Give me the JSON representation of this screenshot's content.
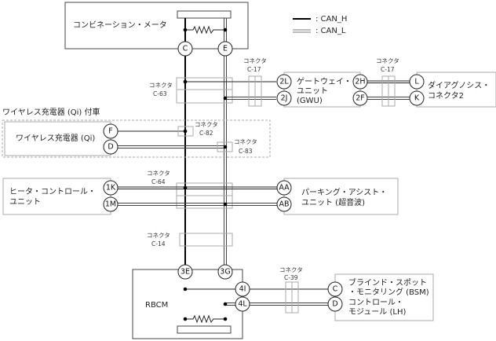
{
  "legend": {
    "can_h": ": CAN_H",
    "can_l": ": CAN_L"
  },
  "components": {
    "combination_meter": "コンビネーション・メータ",
    "gateway_line1": "ゲートウェイ・",
    "gateway_line2": "ユニット",
    "gateway_line3": "(GWU)",
    "diag_line1": "ダイアグノシス・",
    "diag_line2": "コネクタ2",
    "wireless_group": "ワイヤレス充電器 (Qi) 付車",
    "wireless": "ワイヤレス充電器 (Qi)",
    "heater_line1": "ヒータ・コントロール・",
    "heater_line2": "ユニット",
    "parking_line1": "パーキング・アシスト・",
    "parking_line2": "ユニット (超音波)",
    "rbcm": "RBCM",
    "bsm_line1": "ブラインド・スポット",
    "bsm_line2": "・モニタリング (BSM)",
    "bsm_line3": "コントロール・",
    "bsm_line4": "モジュール (LH)"
  },
  "connectors": {
    "label": "コネクタ",
    "c63": "C-63",
    "c17a": "C-17",
    "c17b": "C-17",
    "c82": "C-82",
    "c83": "C-83",
    "c64": "C-64",
    "c14": "C-14",
    "c39": "C-39"
  },
  "pins": {
    "meter_h": "C",
    "meter_l": "E",
    "gw_h": "2L",
    "gw_l": "2J",
    "gw_h2": "2H",
    "gw_l2": "2F",
    "diag_h": "L",
    "diag_l": "K",
    "qi_h": "F",
    "qi_l": "D",
    "heater_h": "1K",
    "heater_l": "1M",
    "park_h": "AA",
    "park_l": "AB",
    "rbcm_h": "3E",
    "rbcm_l": "3G",
    "rbcm_h2": "4I",
    "rbcm_l2": "4L",
    "bsm_h": "C",
    "bsm_l": "D"
  }
}
